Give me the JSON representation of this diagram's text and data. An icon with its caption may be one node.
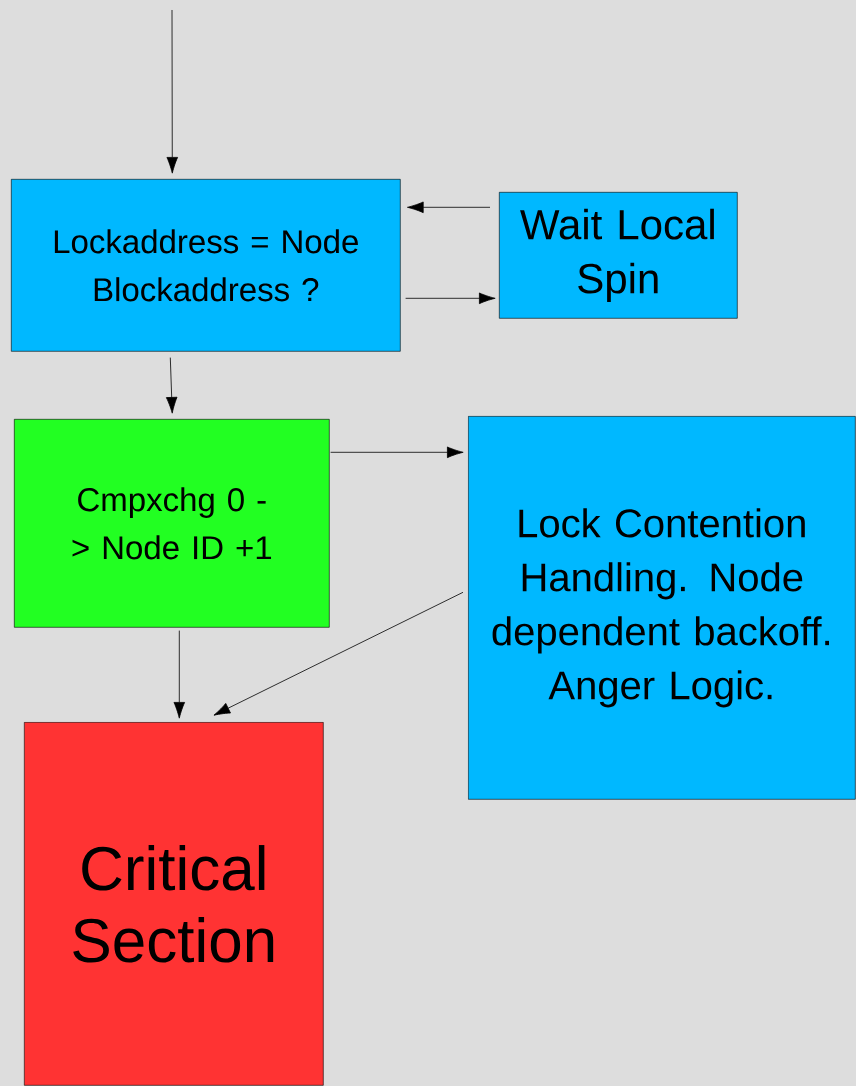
{
  "diagram": {
    "nodes": [
      {
        "text": [
          "Lockaddress = Node Blockaddress ?"
        ]
      },
      {
        "text": [
          "Wait Local Spin"
        ]
      },
      {
        "text": [
          "Cmpxchg 0 -> Node ID +1"
        ]
      },
      {
        "text": [
          "Lock Contention Handling. Node dependent backoff. Anger Logic."
        ]
      },
      {
        "text": [
          "Critical Section"
        ]
      }
    ],
    "edges": [
      {
        "from": null,
        "to": 0,
        "arrow": "to"
      },
      {
        "from": 1,
        "to": 0,
        "arrow": "to"
      },
      {
        "from": 0,
        "to": 1,
        "arrow": "to"
      },
      {
        "from": 0,
        "to": 2,
        "arrow": "to"
      },
      {
        "from": 2,
        "to": 3,
        "arrow": "to"
      },
      {
        "from": 2,
        "to": 4,
        "arrow": "to"
      },
      {
        "from": 3,
        "to": 4,
        "arrow": "to"
      }
    ]
  }
}
